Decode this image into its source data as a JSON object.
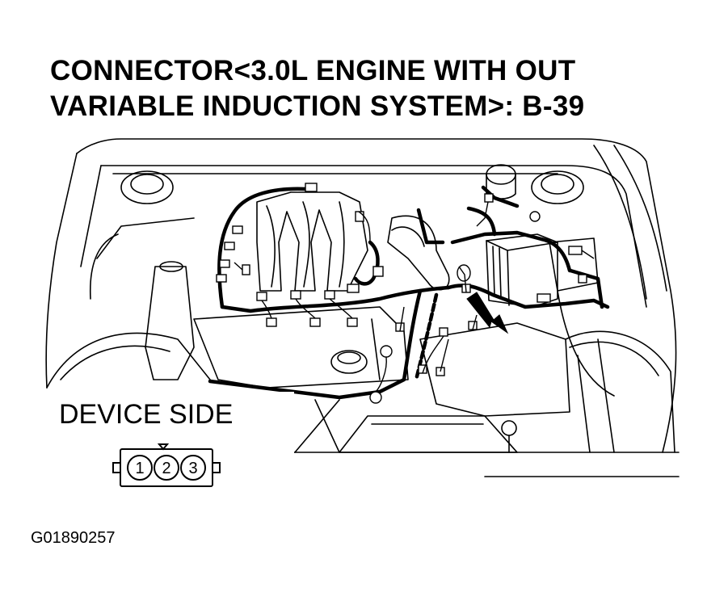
{
  "title": {
    "line1": "CONNECTOR<3.0L ENGINE WITH OUT",
    "line2": "VARIABLE INDUCTION SYSTEM>: B-39"
  },
  "device_side": {
    "label": "DEVICE SIDE",
    "pins": [
      "1",
      "2",
      "3"
    ]
  },
  "diagram_code": "G01890257",
  "colors": {
    "line": "#000000",
    "background": "#ffffff"
  },
  "icons": {
    "locator": "arrow-icon",
    "connector": "connector-face-icon"
  }
}
